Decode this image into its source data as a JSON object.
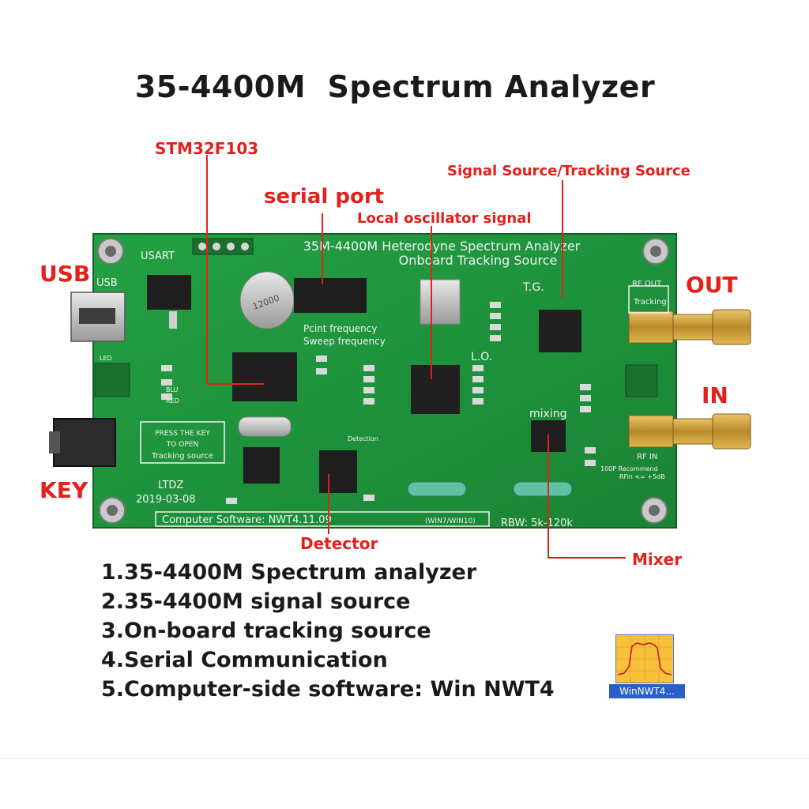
{
  "title": "35-4400M  Spectrum Analyzer",
  "callouts": {
    "stm32": "STM32F103",
    "serial_port": "serial port",
    "local_osc": "Local oscillator signal",
    "signal_source": "Signal Source/Tracking Source",
    "usb": "USB",
    "out": "OUT",
    "in": "IN",
    "key": "KEY",
    "detector": "Detector",
    "mixer": "Mixer"
  },
  "board": {
    "heading_line1": "35M-4400M Heterodyne Spectrum Analyzer",
    "heading_line2": "Onboard Tracking Source",
    "usart": "USART",
    "usb_label": "USB",
    "tg": "T.G.",
    "lo": "L.O.",
    "mixing": "mixing",
    "rf_out": "RF OUT",
    "tracking": "Tracking",
    "rf_in": "RF IN",
    "recommend_1": "100P Recommend",
    "recommend_2": "RFin <= +5dB",
    "point_freq": "Pcint frequency",
    "sweep_freq": "Sweep frequency",
    "press_key_1": "PRESS THE KEY",
    "press_key_2": "TO OPEN",
    "press_key_3": "Tracking source",
    "maker": "LTDZ",
    "date": "2019-03-08",
    "software": "Computer Software: NWT4.11.09",
    "os": "(WIN7/WIN10)",
    "rbw": "RBW: 5k-120k",
    "detection": "Detection",
    "led": "LED",
    "blu": "BLU",
    "red": "RED",
    "crystal": "12000"
  },
  "features": [
    "1.35-4400M Spectrum analyzer",
    "2.35-4400M signal source",
    "3.On-board tracking source",
    "4.Serial Communication",
    "5.Computer-side software: Win NWT4"
  ],
  "app_icon": {
    "label": "WinNWT4...",
    "icon": "spectrum-app-icon"
  },
  "colors": {
    "callout": "#e3201b",
    "pcb": "#1f8f3a",
    "text": "#1a1a1a"
  }
}
